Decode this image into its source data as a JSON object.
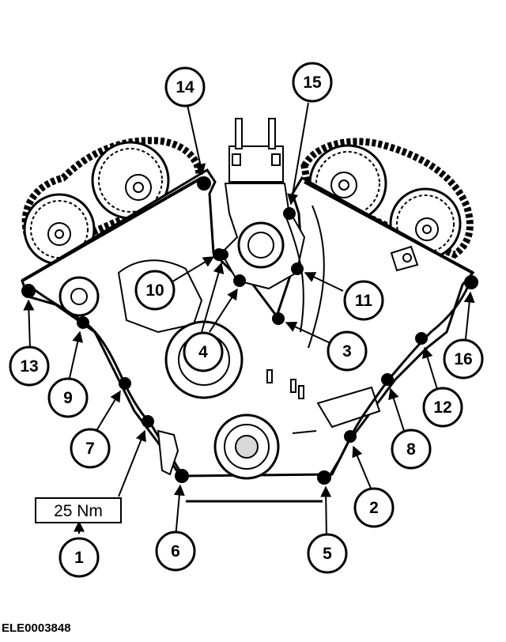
{
  "callouts": [
    {
      "id": 1,
      "label": "1"
    },
    {
      "id": 2,
      "label": "2"
    },
    {
      "id": 3,
      "label": "3"
    },
    {
      "id": 4,
      "label": "4"
    },
    {
      "id": 5,
      "label": "5"
    },
    {
      "id": 6,
      "label": "6"
    },
    {
      "id": 7,
      "label": "7"
    },
    {
      "id": 8,
      "label": "8"
    },
    {
      "id": 9,
      "label": "9"
    },
    {
      "id": 10,
      "label": "10"
    },
    {
      "id": 11,
      "label": "11"
    },
    {
      "id": 12,
      "label": "12"
    },
    {
      "id": 13,
      "label": "13"
    },
    {
      "id": 14,
      "label": "14"
    },
    {
      "id": 15,
      "label": "15"
    },
    {
      "id": 16,
      "label": "16"
    }
  ],
  "torque_spec": "25 Nm",
  "reference_code": "ELE0003848",
  "colors": {
    "ink": "#000000",
    "background": "#ffffff",
    "shade": "#d9d9d9"
  }
}
